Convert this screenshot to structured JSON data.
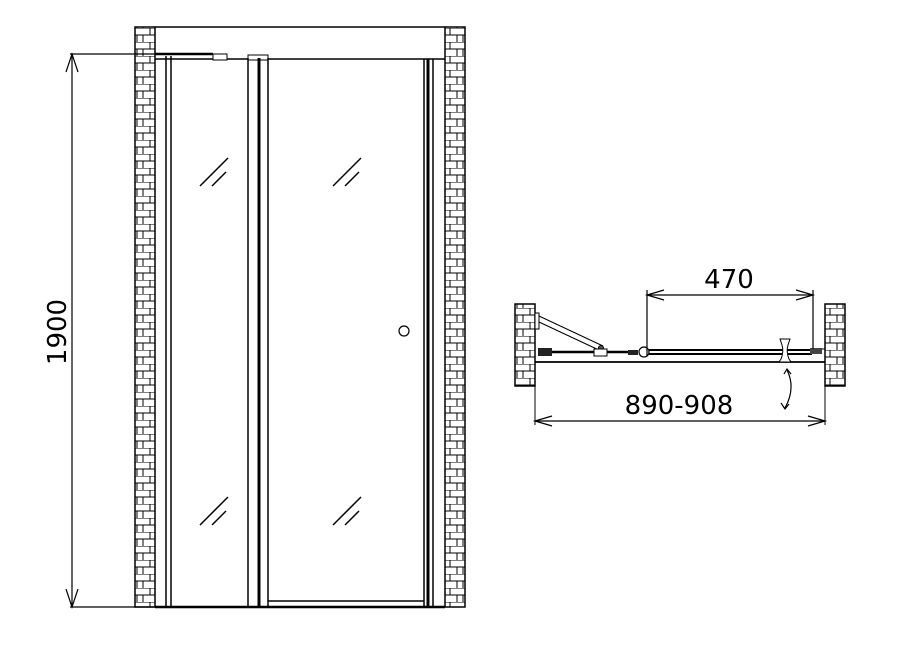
{
  "title": "Shower door technical drawing",
  "front_view": {
    "height_dimension": "1900",
    "panels": [
      {
        "name": "fixed-panel",
        "glass_mark": "//"
      },
      {
        "name": "swing-door",
        "glass_mark": "//",
        "handle": "round-knob"
      }
    ]
  },
  "plan_view": {
    "door_width_dimension": "470",
    "total_width_dimension": "890-908",
    "swing_indicator": "double-arrow-arc"
  },
  "colors": {
    "line": "#000000",
    "background": "#ffffff"
  }
}
